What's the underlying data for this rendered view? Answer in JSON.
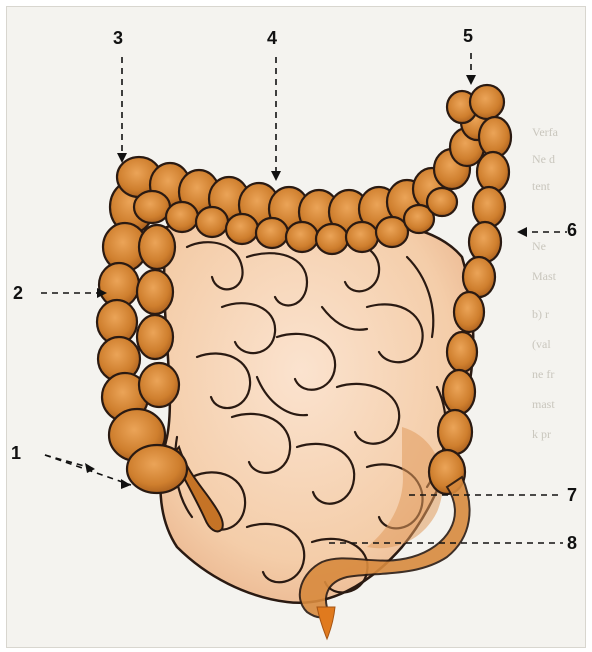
{
  "labels": [
    {
      "id": "1",
      "text": "1"
    },
    {
      "id": "2",
      "text": "2"
    },
    {
      "id": "3",
      "text": "3"
    },
    {
      "id": "4",
      "text": "4"
    },
    {
      "id": "5",
      "text": "5"
    },
    {
      "id": "6",
      "text": "6"
    },
    {
      "id": "7",
      "text": "7"
    },
    {
      "id": "8",
      "text": "8"
    }
  ],
  "colors": {
    "colon_fill": "#cf7f2e",
    "colon_dark": "#9a5418",
    "colon_highlight": "#e8a253",
    "small_intestine_fill": "#f6d2b6",
    "small_intestine_shadow": "#e9b08a",
    "outline": "#2a1a12",
    "leader_line": "#111111"
  },
  "icons": [
    "large-intestine-illustration",
    "small-intestine-illustration",
    "appendix-illustration",
    "rectum-illustration"
  ]
}
